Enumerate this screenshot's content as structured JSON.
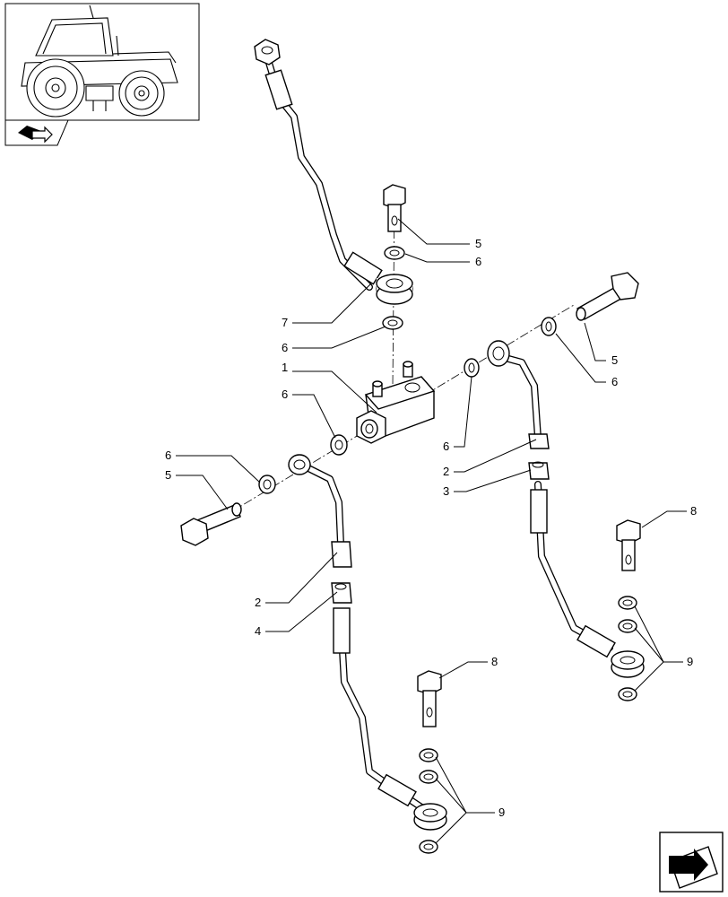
{
  "thumbnail": {
    "kind": "tractor-overview",
    "icon": "book-arrow-icon"
  },
  "nav_icon": "page-arrow-icon",
  "callouts": [
    {
      "id": "c1",
      "text": "1"
    },
    {
      "id": "c2a",
      "text": "2"
    },
    {
      "id": "c2b",
      "text": "2"
    },
    {
      "id": "c3",
      "text": "3"
    },
    {
      "id": "c4",
      "text": "4"
    },
    {
      "id": "c5a",
      "text": "5"
    },
    {
      "id": "c5b",
      "text": "5"
    },
    {
      "id": "c5c",
      "text": "5"
    },
    {
      "id": "c6a",
      "text": "6"
    },
    {
      "id": "c6b",
      "text": "6"
    },
    {
      "id": "c6c",
      "text": "6"
    },
    {
      "id": "c6d",
      "text": "6"
    },
    {
      "id": "c6e",
      "text": "6"
    },
    {
      "id": "c6f",
      "text": "6"
    },
    {
      "id": "c7",
      "text": "7"
    },
    {
      "id": "c8a",
      "text": "8"
    },
    {
      "id": "c8b",
      "text": "8"
    },
    {
      "id": "c9a",
      "text": "9"
    },
    {
      "id": "c9b",
      "text": "9"
    }
  ]
}
